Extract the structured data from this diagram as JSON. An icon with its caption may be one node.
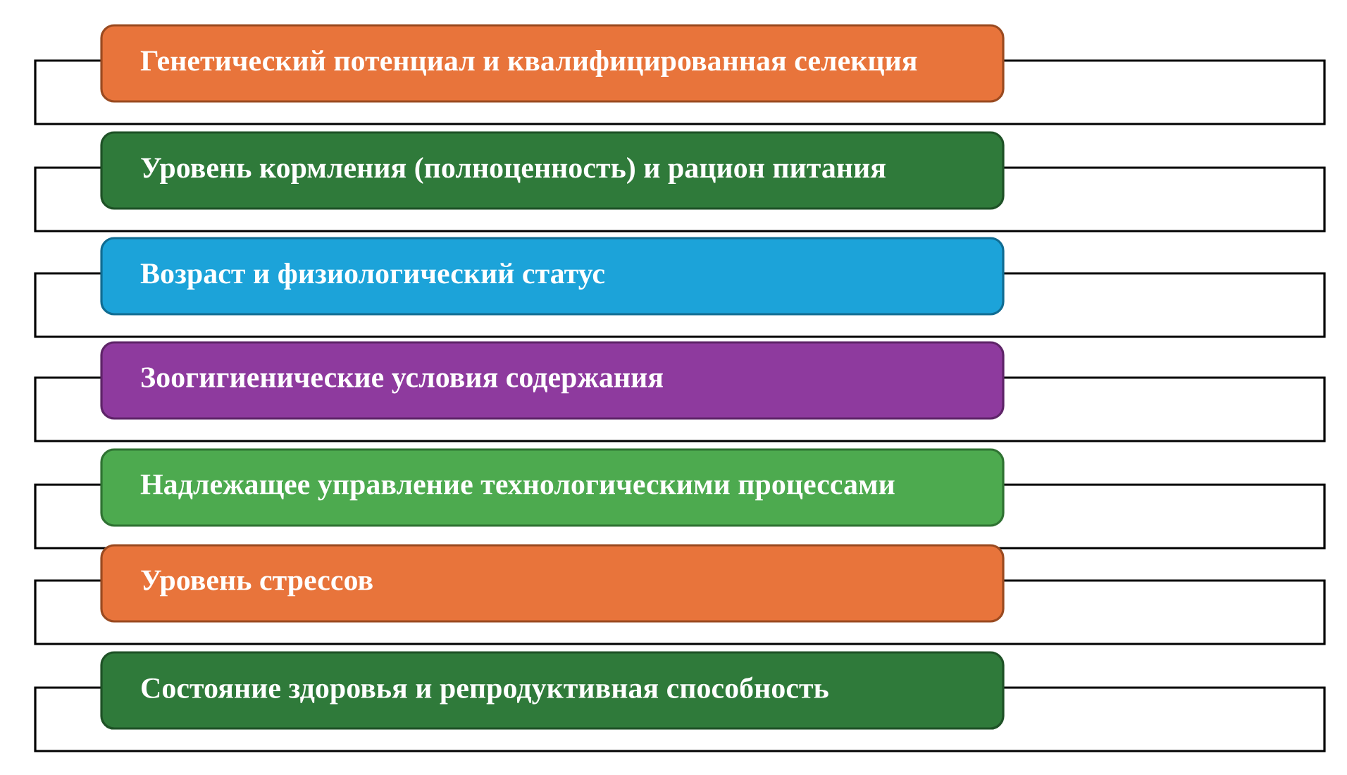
{
  "diagram": {
    "nodes": [
      {
        "text": [
          "Генетический потенциал и квалифицированная селекция"
        ]
      },
      {
        "text": [
          "Уровень кормления (полноценность) и рацион питания"
        ]
      },
      {
        "text": [
          "Возраст и физиологический статус"
        ]
      },
      {
        "text": [
          "Зоогигиенические условия содержания"
        ]
      },
      {
        "text": [
          "Надлежащее управление технологическими процессами"
        ]
      },
      {
        "text": [
          "Уровень стрессов"
        ]
      },
      {
        "text": [
          "Состояние здоровья и репродуктивная способность"
        ]
      }
    ]
  }
}
